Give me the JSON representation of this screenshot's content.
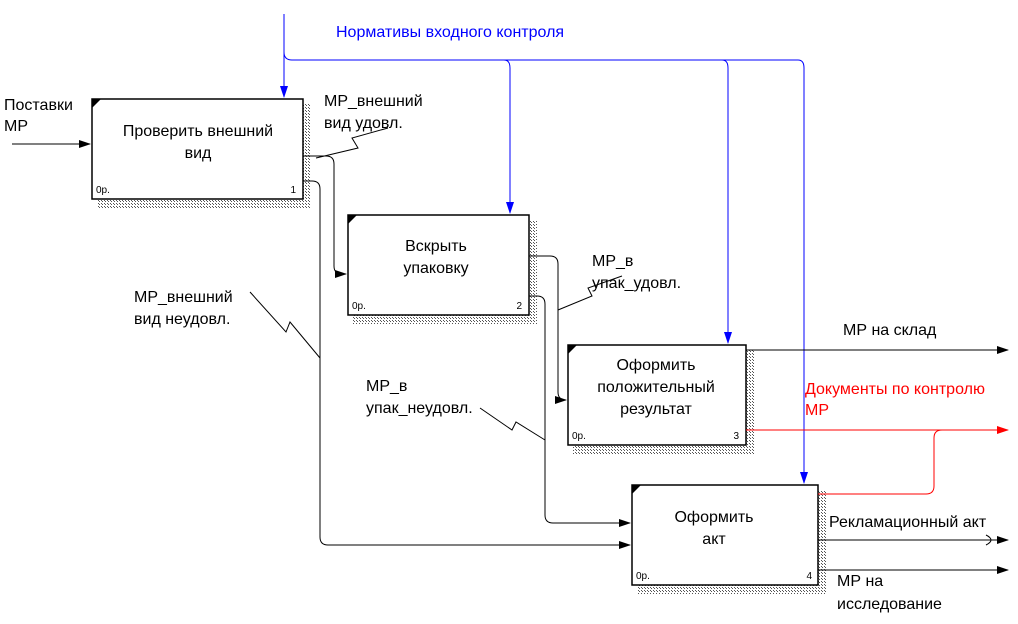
{
  "diagram": {
    "boxes": [
      {
        "name": "Проверить внешний вид",
        "lines": [
          "Проверить внешний",
          "вид"
        ],
        "cost": "0р.",
        "number": "1"
      },
      {
        "name": "Вскрыть упаковку",
        "lines": [
          "Вскрыть",
          "упаковку"
        ],
        "cost": "0р.",
        "number": "2"
      },
      {
        "name": "Оформить положительный результат",
        "lines": [
          "Оформить",
          "положительный",
          "результат"
        ],
        "cost": "0р.",
        "number": "3"
      },
      {
        "name": "Оформить акт",
        "lines": [
          "Оформить",
          "акт"
        ],
        "cost": "0р.",
        "number": "4"
      }
    ],
    "labels": {
      "control": "Нормативы входного контроля",
      "input_line1": "Поставки",
      "input_line2": "МР",
      "ok_ext_line1": "МР_внешний",
      "ok_ext_line2": "вид удовл.",
      "bad_ext_line1": "МР_внешний",
      "bad_ext_line2": "вид неудовл.",
      "ok_pack_line1": "МР_в",
      "ok_pack_line2": "упак_удовл.",
      "bad_pack_line1": "МР_в",
      "bad_pack_line2": "упак_неудовл.",
      "to_store": "МР на склад",
      "docs_line1": "Документы по контролю",
      "docs_line2": "МР",
      "claim": "Рекламационный акт",
      "research_line1": "МР на",
      "research_line2": "исследование"
    },
    "colors": {
      "control": "#0000ff",
      "documents": "#ff0000",
      "default": "#000000"
    }
  }
}
